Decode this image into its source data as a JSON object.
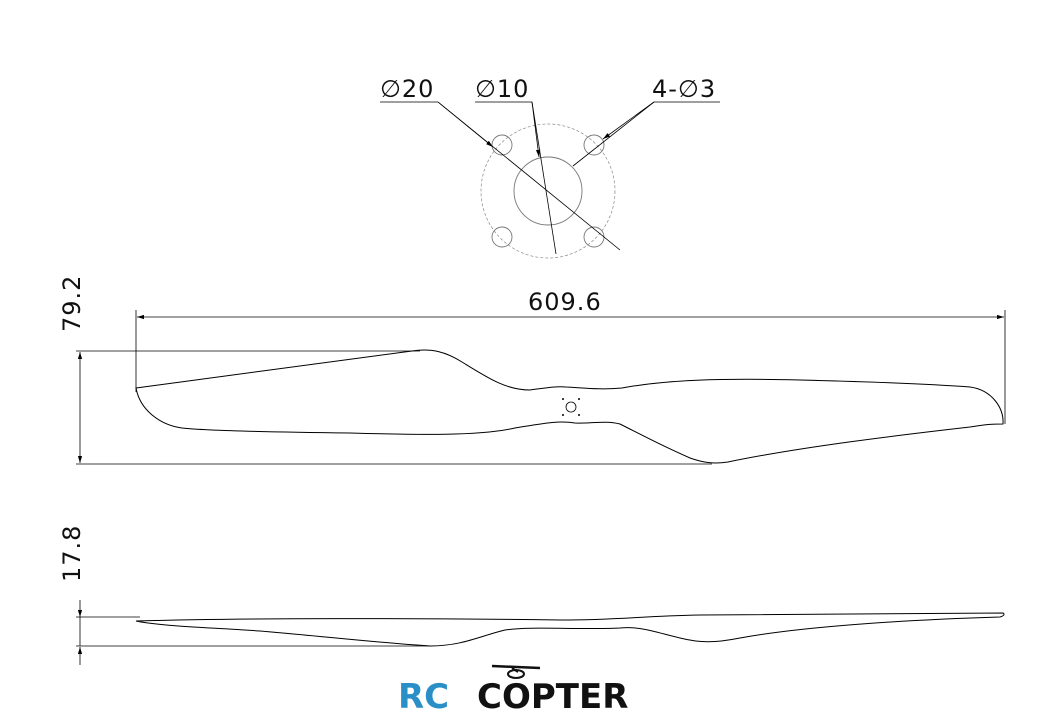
{
  "drawing": {
    "hub_dimensions": {
      "outer_diameter": "∅20",
      "inner_diameter": "∅10",
      "bolt_holes": "4-∅3"
    },
    "top_view": {
      "length": "609.6",
      "width": "79.2"
    },
    "side_view": {
      "thickness": "17.8"
    }
  },
  "logo": {
    "part1": "RC",
    "part2": "COPTER",
    "colors": {
      "rc": "#2a8fc7",
      "copter": "#111111"
    }
  }
}
